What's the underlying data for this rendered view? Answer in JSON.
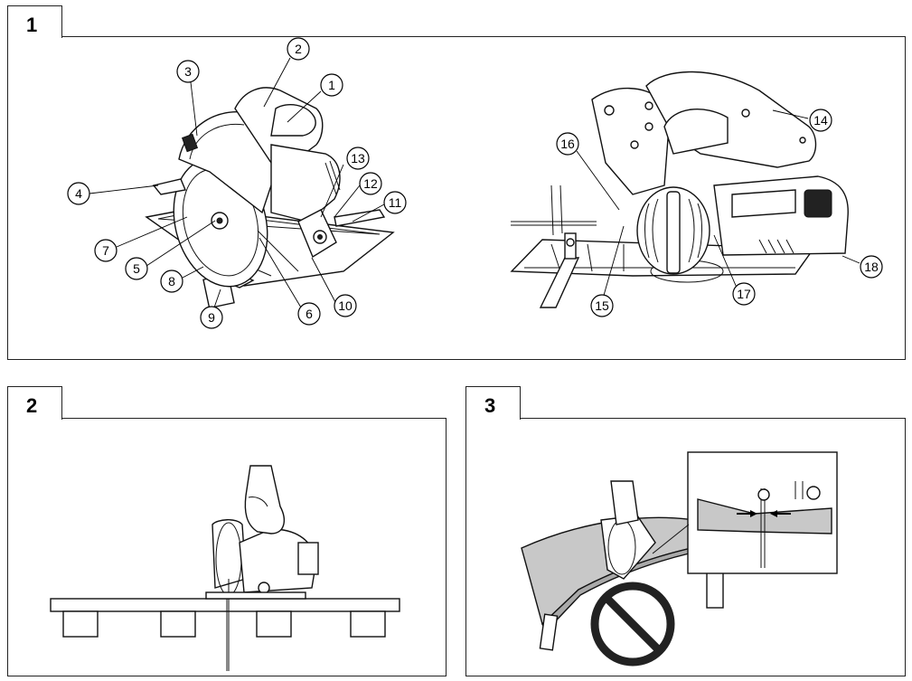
{
  "figures": [
    {
      "label": "1"
    },
    {
      "label": "2"
    },
    {
      "label": "3"
    }
  ],
  "callouts": [
    "1",
    "2",
    "3",
    "4",
    "5",
    "6",
    "7",
    "8",
    "9",
    "10",
    "11",
    "12",
    "13",
    "14",
    "15",
    "16",
    "17",
    "18"
  ],
  "callout_display": [
    "①",
    "②",
    "③",
    "④",
    "⑤",
    "⑥",
    "⑦",
    "⑧",
    "⑨",
    "⑩",
    "⑪",
    "⑫",
    "⑬",
    "⑭",
    "⑮",
    "⑯",
    "⑰",
    "⑱"
  ]
}
